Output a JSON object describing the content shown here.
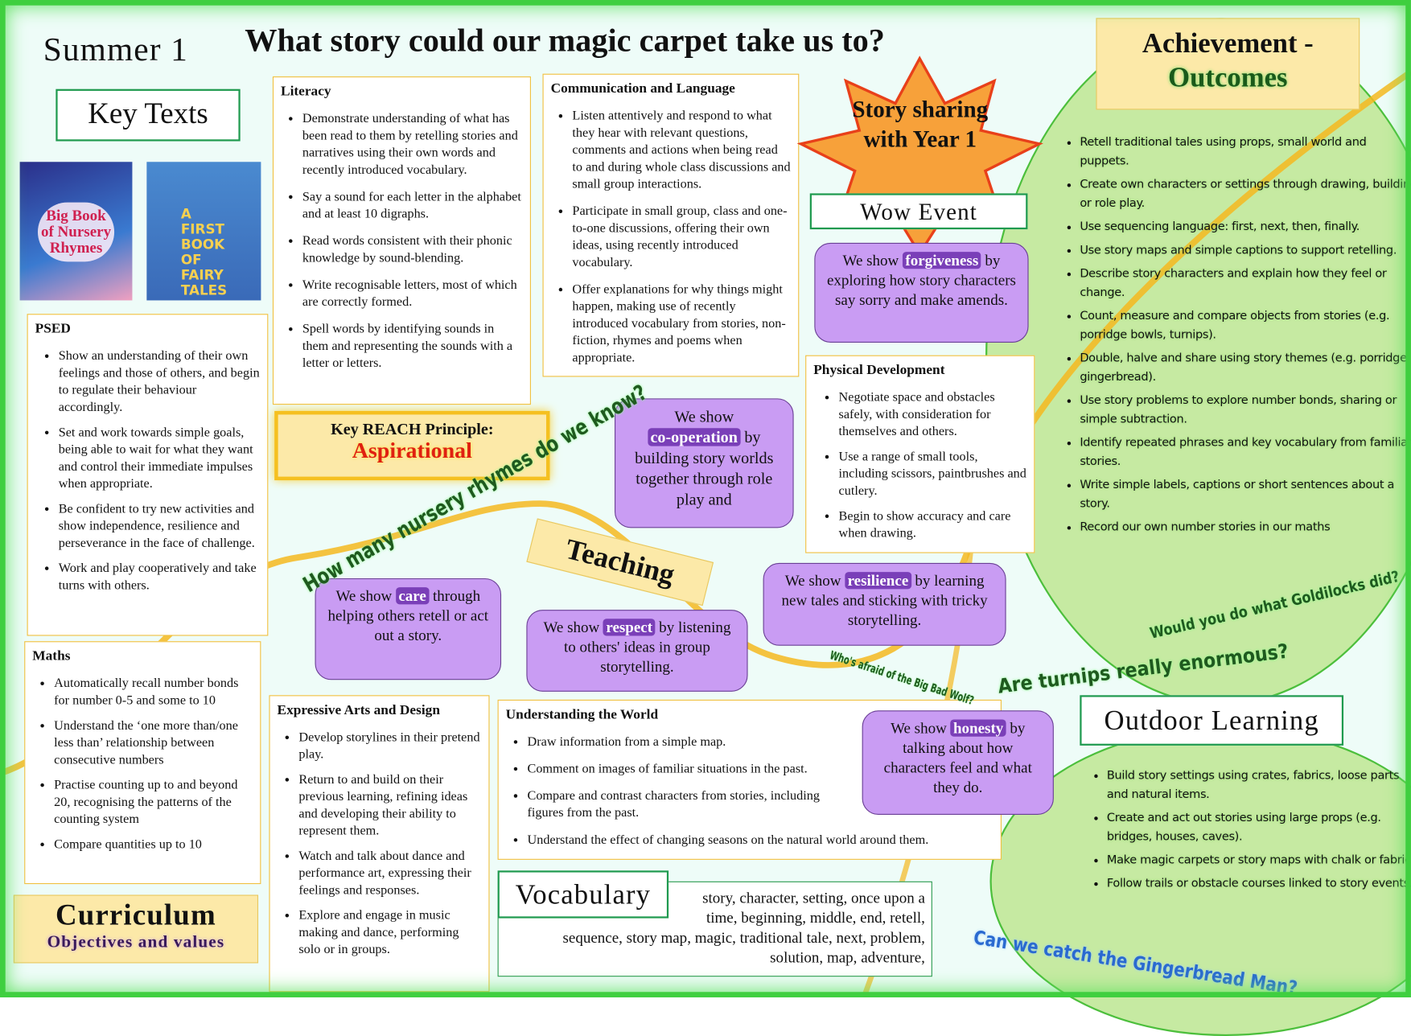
{
  "header": {
    "term": "Summer 1",
    "title": "What story could our magic carpet take us to?"
  },
  "achievement": {
    "line1": "Achievement -",
    "line2": "Outcomes",
    "items": [
      "Retell traditional tales using props, small world and puppets.",
      "Create own characters or settings through drawing, building or role play.",
      "Use sequencing language: first, next, then, finally.",
      "Use story maps and simple captions to support retelling.",
      "Describe story characters and explain how they feel or change.",
      "Count, measure and compare objects from stories (e.g. porridge bowls, turnips).",
      "Double, halve and share using story themes (e.g. porridge, gingerbread).",
      "Use story problems to explore number bonds, sharing or simple subtraction.",
      "Identify repeated phrases and key vocabulary from familiar stories.",
      "Write simple labels, captions or short sentences about a story.",
      "Record our own number stories in our maths"
    ]
  },
  "key_texts": {
    "label": "Key Texts",
    "books": [
      "Big Book of Nursery Rhymes",
      "A First Book of Fairy Tales"
    ]
  },
  "literacy": {
    "title": "Literacy",
    "items": [
      "Demonstrate understanding of what has been read to them by retelling stories and narratives using their own words and recently introduced vocabulary.",
      "Say a sound for each letter in the alphabet and at least 10 digraphs.",
      "Read words consistent with their phonic knowledge by sound-blending.",
      "Write recognisable letters, most of which are correctly formed.",
      "Spell words by identifying sounds in them and representing the sounds with a letter or letters."
    ]
  },
  "communication": {
    "title": "Communication and Language",
    "items": [
      "Listen attentively and respond to what they hear with relevant questions, comments and actions when being read to and during whole class discussions and small group interactions.",
      "Participate in small group, class and one-to-one discussions, offering their own ideas, using recently introduced vocabulary.",
      "Offer explanations for why things might happen, making use of recently introduced vocabulary from stories, non-fiction, rhymes and poems when appropriate."
    ]
  },
  "wow": {
    "star_text": "Story sharing with Year 1",
    "label": "Wow Event"
  },
  "values": {
    "forgiveness": {
      "pre": "We show",
      "word": "forgiveness",
      "post": "by exploring how story characters say sorry and make amends."
    },
    "cooperation": {
      "pre": "We show",
      "word": "co-operation",
      "post": "by building story worlds together through role play and"
    },
    "care": {
      "pre": "We show",
      "word": "care",
      "post": "through helping others retell or act out a story."
    },
    "respect": {
      "pre": "We show",
      "word": "respect",
      "post": "by listening to others' ideas in group storytelling."
    },
    "resilience": {
      "pre": "We show",
      "word": "resilience",
      "post": "by learning new tales and sticking with tricky storytelling."
    },
    "honesty": {
      "pre": "We show",
      "word": "honesty",
      "post": "by talking about how characters feel and what they do."
    }
  },
  "psed": {
    "title": "PSED",
    "items": [
      "Show an understanding of their own feelings and those of others, and begin to regulate their behaviour accordingly.",
      "Set and work towards simple goals, being able to wait for what they want and control their immediate impulses when appropriate.",
      "Be confident to try new activities and show independence, resilience and perseverance in the face of challenge.",
      "Work and play cooperatively and take turns with others."
    ]
  },
  "reach": {
    "label": "Key REACH Principle:",
    "value": "Aspirational"
  },
  "physical": {
    "title": "Physical Development",
    "items": [
      "Negotiate space and obstacles safely, with consideration for themselves and others.",
      "Use a range of small tools, including scissors, paintbrushes and cutlery.",
      "Begin to show accuracy and care when drawing."
    ]
  },
  "teaching": {
    "label": "Teaching"
  },
  "maths": {
    "title": "Maths",
    "items": [
      "Automatically recall number bonds for number 0-5 and some to 10",
      "Understand the ‘one more than/one less than’ relationship between consecutive numbers",
      "Practise counting up to and beyond 20, recognising the patterns of the counting system",
      "Compare quantities up to 10"
    ]
  },
  "expressive": {
    "title": "Expressive Arts  and Design",
    "items": [
      "Develop storylines in their pretend play.",
      "Return to and build on their previous learning, refining ideas and developing their ability to represent them.",
      "Watch and talk about dance and performance art, expressing their feelings and responses.",
      "Explore and engage in music making and dance, performing solo or in groups."
    ]
  },
  "world": {
    "title": "Understanding the World",
    "items": [
      "Draw information from a simple map.",
      "Comment on images of familiar situations in the past.",
      "Compare and contrast characters from stories, including figures from the past.",
      "Understand the effect of changing seasons on the natural world around them."
    ]
  },
  "outdoor": {
    "label": "Outdoor Learning",
    "items": [
      "Build story settings using crates, fabrics, loose parts and natural items.",
      "Create and act out stories using large props (e.g. bridges, houses, caves).",
      "Make magic carpets or story maps with chalk or fabric.",
      "Follow trails or obstacle courses linked to story events."
    ]
  },
  "vocabulary": {
    "label": "Vocabulary",
    "text": "story, character, setting, once upon a time, beginning, middle, end, retell, sequence, story map, magic, traditional tale, next, problem, solution, map, adventure,"
  },
  "curriculum": {
    "line1": "Curriculum",
    "line2": "Objectives and values"
  },
  "questions": [
    "How many nursery rhymes do we know?",
    "Who's afraid of the Big Bad Wolf?",
    "Are turnips really enormous?",
    "Would you do what Goldilocks did?",
    "Can we catch the Gingerbread Man?"
  ],
  "colors": {
    "purple": "#c99cf3",
    "green": "#c6eaa2",
    "yellow": "#fce9a8",
    "orange": "#f7a13a"
  }
}
